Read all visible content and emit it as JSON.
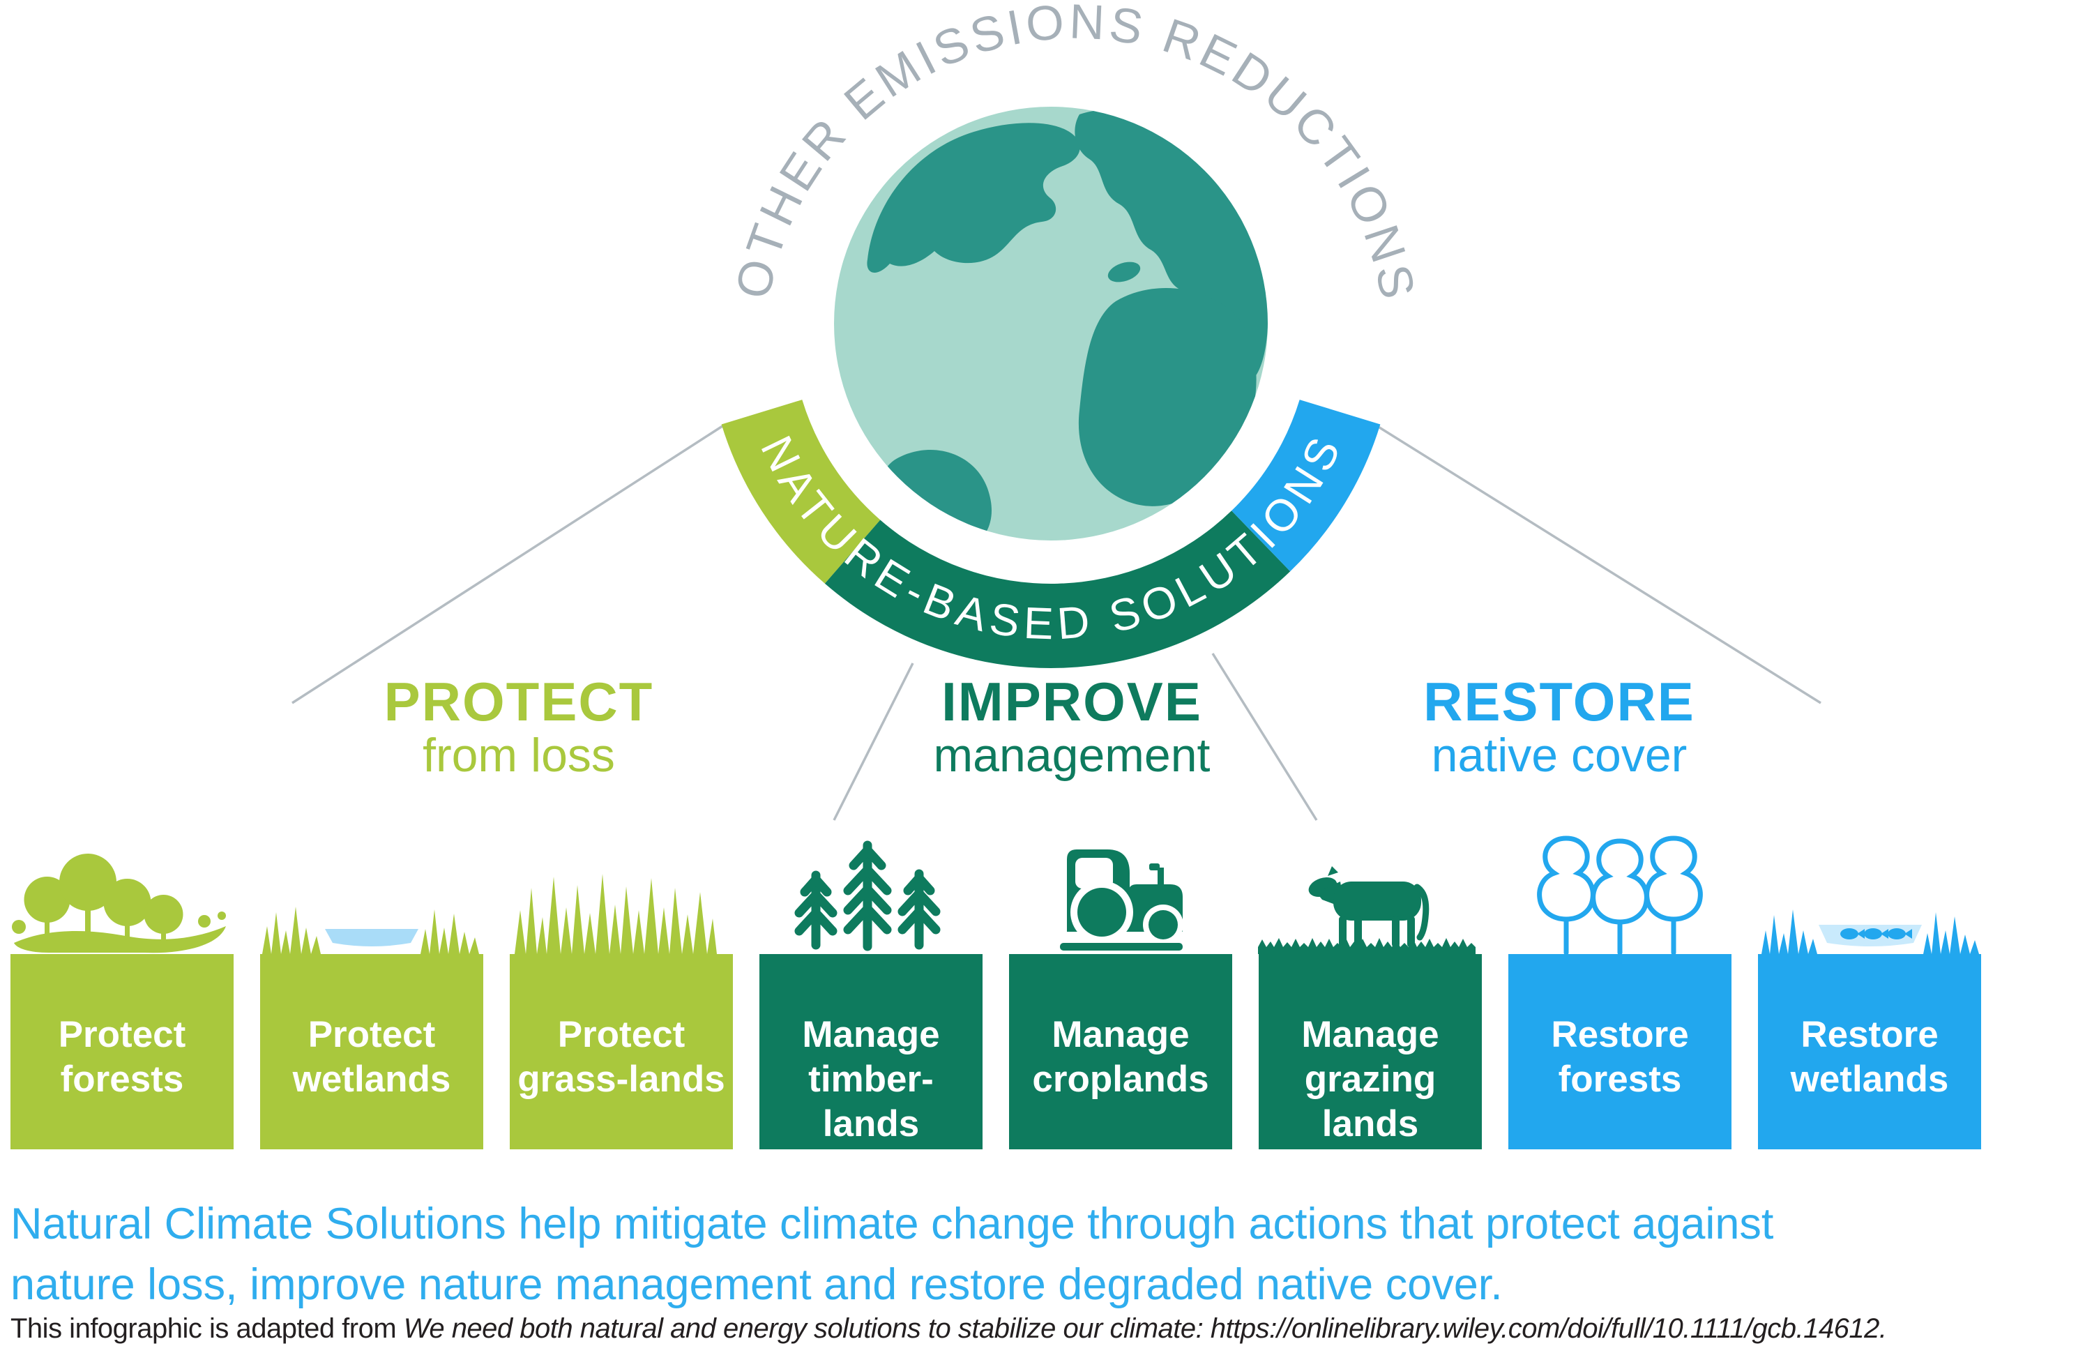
{
  "arcs": {
    "outer_label": "OTHER EMISSIONS REDUCTIONS",
    "ring_label": "NATURE-BASED SOLUTIONS"
  },
  "categories": [
    {
      "title": "PROTECT",
      "subtitle": "from loss",
      "color": "#a9c83d"
    },
    {
      "title": "IMPROVE",
      "subtitle": "management",
      "color": "#0e7b5e"
    },
    {
      "title": "RESTORE",
      "subtitle": "native cover",
      "color": "#22a7ee"
    }
  ],
  "boxes": [
    {
      "label": "Protect\nforests",
      "category": "protect",
      "icon": "trees-on-hill-icon"
    },
    {
      "label": "Protect\nwetlands",
      "category": "protect",
      "icon": "wetland-pool-icon"
    },
    {
      "label": "Protect\ngrass-lands",
      "category": "protect",
      "icon": "grass-tuft-icon"
    },
    {
      "label": "Manage\ntimber-\nlands",
      "category": "improve",
      "icon": "pine-trees-icon"
    },
    {
      "label": "Manage\ncroplands",
      "category": "improve",
      "icon": "tractor-icon"
    },
    {
      "label": "Manage\ngrazing\nlands",
      "category": "improve",
      "icon": "cow-grazing-icon"
    },
    {
      "label": "Restore\nforests",
      "category": "restore",
      "icon": "planted-trees-icon"
    },
    {
      "label": "Restore\nwetlands",
      "category": "restore",
      "icon": "wetland-fish-icon"
    }
  ],
  "footer": {
    "summary": "Natural Climate Solutions help mitigate climate change through actions that protect against\nnature loss, improve nature management and restore degraded native cover.",
    "attribution_prefix": "This infographic is adapted from ",
    "attribution_source": "We need both natural and energy solutions to stabilize our climate: https://onlinelibrary.wiley.com/doi/full/10.1111/gcb.14612."
  },
  "colors": {
    "protect_green": "#a9c83d",
    "improve_green": "#0e7b5e",
    "restore_blue": "#22a7ee",
    "globe_land": "#2a9488",
    "globe_ocean": "#a7d8cc",
    "arc_text_gray": "#a6b0b8",
    "connector_gray": "#b4bcc2",
    "water_light": "#a9dcf8",
    "pond_light": "#c9eafc",
    "summary_text": "#2fadee",
    "attribution_text": "#231f20"
  }
}
